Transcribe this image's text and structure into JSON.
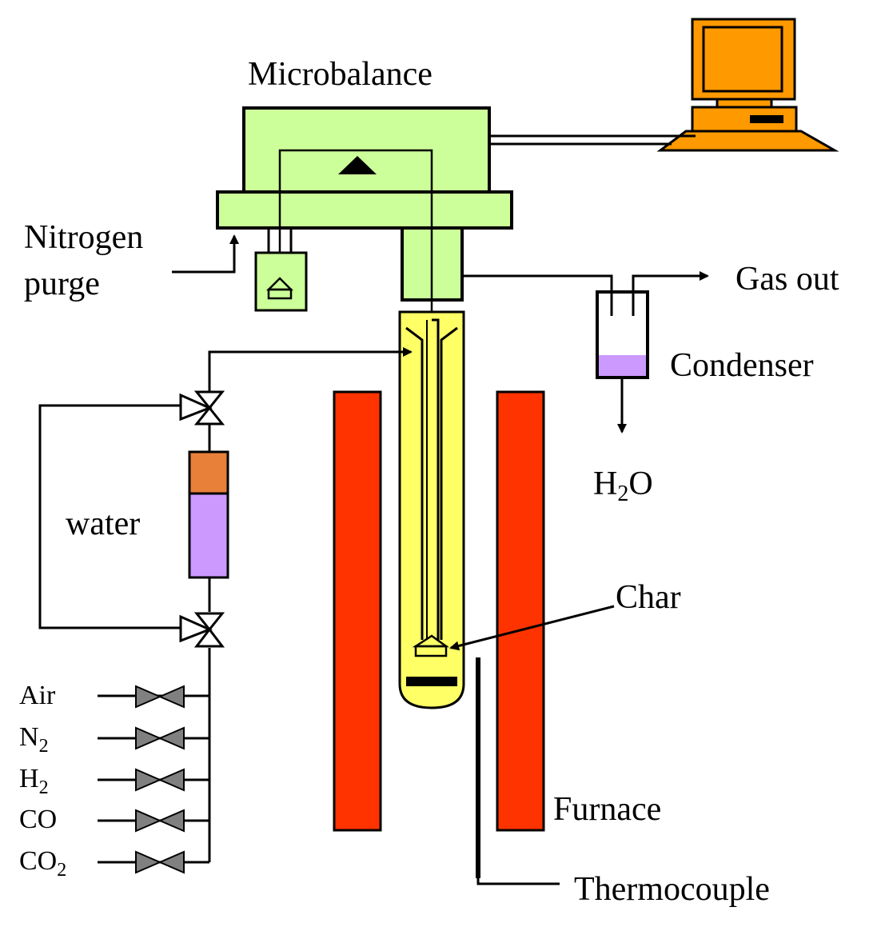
{
  "labels": {
    "microbalance": "Microbalance",
    "nitrogen_purge_line1": "Nitrogen",
    "nitrogen_purge_line2": "purge",
    "gas_out": "Gas out",
    "condenser": "Condenser",
    "h2o_main": "H",
    "h2o_sub": "2",
    "h2o_tail": "O",
    "water": "water",
    "char": "Char",
    "furnace": "Furnace",
    "thermocouple": "Thermocouple"
  },
  "gases": {
    "air": "Air",
    "n2_main": "N",
    "n2_sub": "2",
    "h2_main": "H",
    "h2_sub": "2",
    "co": "CO",
    "co2_main": "CO",
    "co2_sub": "2"
  },
  "colors": {
    "microbalance": "#ccff99",
    "computer": "#ff9900",
    "furnace": "#ff3300",
    "reactor": "#ffff66",
    "water_liquid": "#cc99ff",
    "water_cap": "#e8803a",
    "valve": "#808080",
    "line": "#000000"
  }
}
